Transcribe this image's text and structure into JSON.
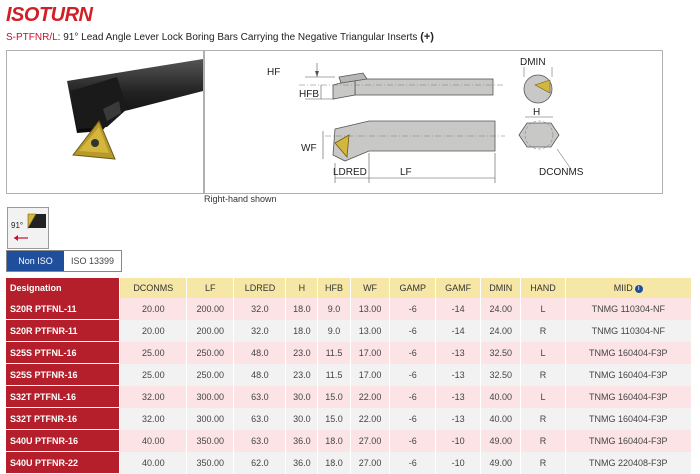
{
  "brand": {
    "logo_iso": "ISO",
    "logo_turn": "TURN"
  },
  "header": {
    "code": "S-PTFNR/L",
    "description": ": 91° Lead Angle Lever Lock Boring Bars Carrying the Negative Triangular Inserts",
    "plus": "(+)"
  },
  "drawing": {
    "labels": {
      "hf": "HF",
      "hfb": "HFB",
      "wf": "WF",
      "ldred": "LDRED",
      "lf": "LF",
      "dmin": "DMIN",
      "h": "H",
      "dconms": "DCONMS"
    },
    "caption": "Right-hand shown",
    "angle": "91°"
  },
  "standards": {
    "active": "Non ISO",
    "inactive": "ISO 13399"
  },
  "table": {
    "headers": [
      "Designation",
      "DCONMS",
      "LF",
      "LDRED",
      "H",
      "HFB",
      "WF",
      "GAMP",
      "GAMF",
      "DMIN",
      "HAND",
      "MIID"
    ],
    "rows": [
      [
        "S20R PTFNL-11",
        "20.00",
        "200.00",
        "32.0",
        "18.0",
        "9.0",
        "13.00",
        "-6",
        "-14",
        "24.00",
        "L",
        "TNMG 110304-NF"
      ],
      [
        "S20R PTFNR-11",
        "20.00",
        "200.00",
        "32.0",
        "18.0",
        "9.0",
        "13.00",
        "-6",
        "-14",
        "24.00",
        "R",
        "TNMG 110304-NF"
      ],
      [
        "S25S PTFNL-16",
        "25.00",
        "250.00",
        "48.0",
        "23.0",
        "11.5",
        "17.00",
        "-6",
        "-13",
        "32.50",
        "L",
        "TNMG 160404-F3P"
      ],
      [
        "S25S PTFNR-16",
        "25.00",
        "250.00",
        "48.0",
        "23.0",
        "11.5",
        "17.00",
        "-6",
        "-13",
        "32.50",
        "R",
        "TNMG 160404-F3P"
      ],
      [
        "S32T PTFNL-16",
        "32.00",
        "300.00",
        "63.0",
        "30.0",
        "15.0",
        "22.00",
        "-6",
        "-13",
        "40.00",
        "L",
        "TNMG 160404-F3P"
      ],
      [
        "S32T PTFNR-16",
        "32.00",
        "300.00",
        "63.0",
        "30.0",
        "15.0",
        "22.00",
        "-6",
        "-13",
        "40.00",
        "R",
        "TNMG 160404-F3P"
      ],
      [
        "S40U PTFNR-16",
        "40.00",
        "350.00",
        "63.0",
        "36.0",
        "18.0",
        "27.00",
        "-6",
        "-10",
        "49.00",
        "R",
        "TNMG 160404-F3P"
      ],
      [
        "S40U PTFNR-22",
        "40.00",
        "350.00",
        "62.0",
        "36.0",
        "18.0",
        "27.00",
        "-6",
        "-10",
        "49.00",
        "R",
        "TNMG 220408-F3P"
      ]
    ]
  },
  "colors": {
    "brand_red": "#d21f26",
    "header_yellow": "#f6e7a6",
    "designation_red": "#b41f2b",
    "row_pink": "#fce3e5",
    "row_gray": "#f2f2f2",
    "accent_blue": "#1f4e9d"
  }
}
